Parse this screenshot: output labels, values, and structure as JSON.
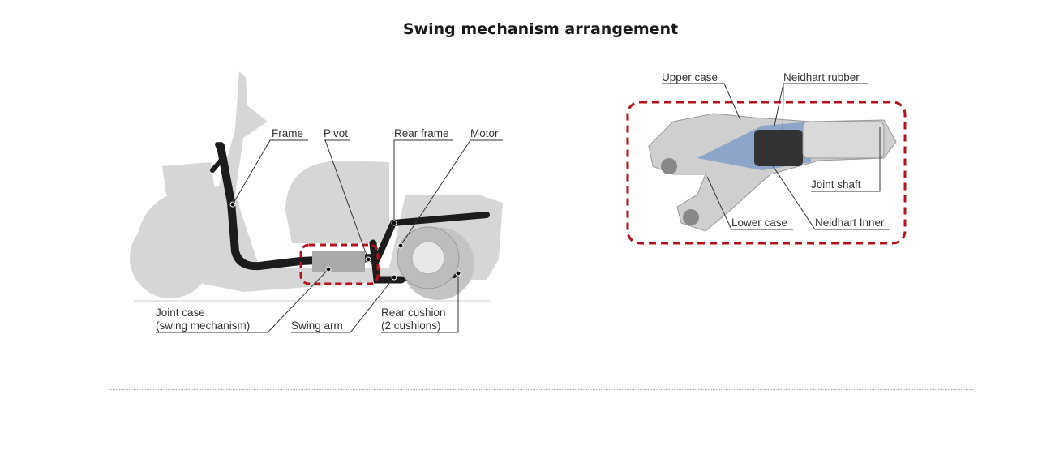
{
  "title": "Swing mechanism arrangement",
  "left_figure": {
    "labels": {
      "frame": "Frame",
      "pivot": "Pivot",
      "rear_frame": "Rear frame",
      "motor": "Motor",
      "joint_case_line1": "Joint case",
      "joint_case_line2": "(swing mechanism)",
      "swing_arm": "Swing arm",
      "rear_cushion_line1": "Rear cushion",
      "rear_cushion_line2": "(2 cushions)"
    }
  },
  "right_figure": {
    "labels": {
      "upper_case": "Upper case",
      "neidhart_rubber": "Neidhart rubber",
      "joint_shaft": "Joint shaft",
      "lower_case": "Lower case",
      "neidhart_inner": "Neidhart Inner"
    }
  },
  "colors": {
    "highlight": "#b5121b",
    "silhouette": "#d4d4d4",
    "frame": "#1c1c1c"
  }
}
